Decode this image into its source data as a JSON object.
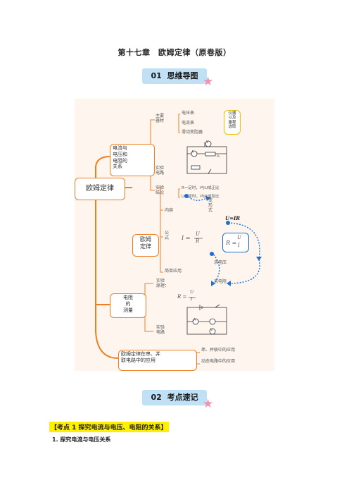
{
  "title": "第十七章　欧姆定律（原卷版）",
  "banner1": {
    "num": "01",
    "text": "思维导图"
  },
  "banner2": {
    "num": "02",
    "text": "考点速记"
  },
  "mindmap": {
    "root": "欧姆定律",
    "branch1": {
      "label": "电流与\n电压和\n电阻的\n关系",
      "equipment_label": "主要\n器材",
      "equipment": [
        "电压表",
        "电流表",
        "滑动变阻器"
      ],
      "note": "仪器\n以及\n量程\n选取",
      "circuit_label": "实验\n电路",
      "conclusion_label": "实验\n结论",
      "conclusions": [
        "R一定时，I与U成正比",
        "U一定时，I与R成反比"
      ]
    },
    "branch2": {
      "label": "欧姆\n定律",
      "content_label": "内容",
      "formula_label": "公\n式",
      "formula_I": "I =",
      "formula_U": "U",
      "formula_R": "R",
      "transform_label": "变\n形\n式",
      "formula_UIR": "U=IR",
      "formula_R2": "R =",
      "formula_U2": "U",
      "formula_I2": "I",
      "simple_label": "简单应用",
      "apps": [
        "求电压",
        "求电阻"
      ]
    },
    "branch3": {
      "label": "电阻\n的\n测量",
      "principle_label": "实验\n原理：",
      "formula_R": "R =",
      "formula_U": "U",
      "formula_I": "I",
      "circuit_label": "实验\n电路"
    },
    "branch4": {
      "label": "欧姆定律在串、并\n联电路中的应用",
      "items": [
        "串、并联中的应用",
        "动态电路中的应用"
      ]
    },
    "meter_A": "A",
    "meter_V": "V",
    "resistor_R": "R₁"
  },
  "section": "【考点 1  探究电流与电压、电阻的关系】",
  "subsection": "1. 探究电流与电压关系",
  "colors": {
    "orange": "#ef7e22",
    "blue": "#1f6fd1",
    "banner": "#bfe0f5",
    "highlight": "#ffef00",
    "star": "#f48fb1"
  }
}
